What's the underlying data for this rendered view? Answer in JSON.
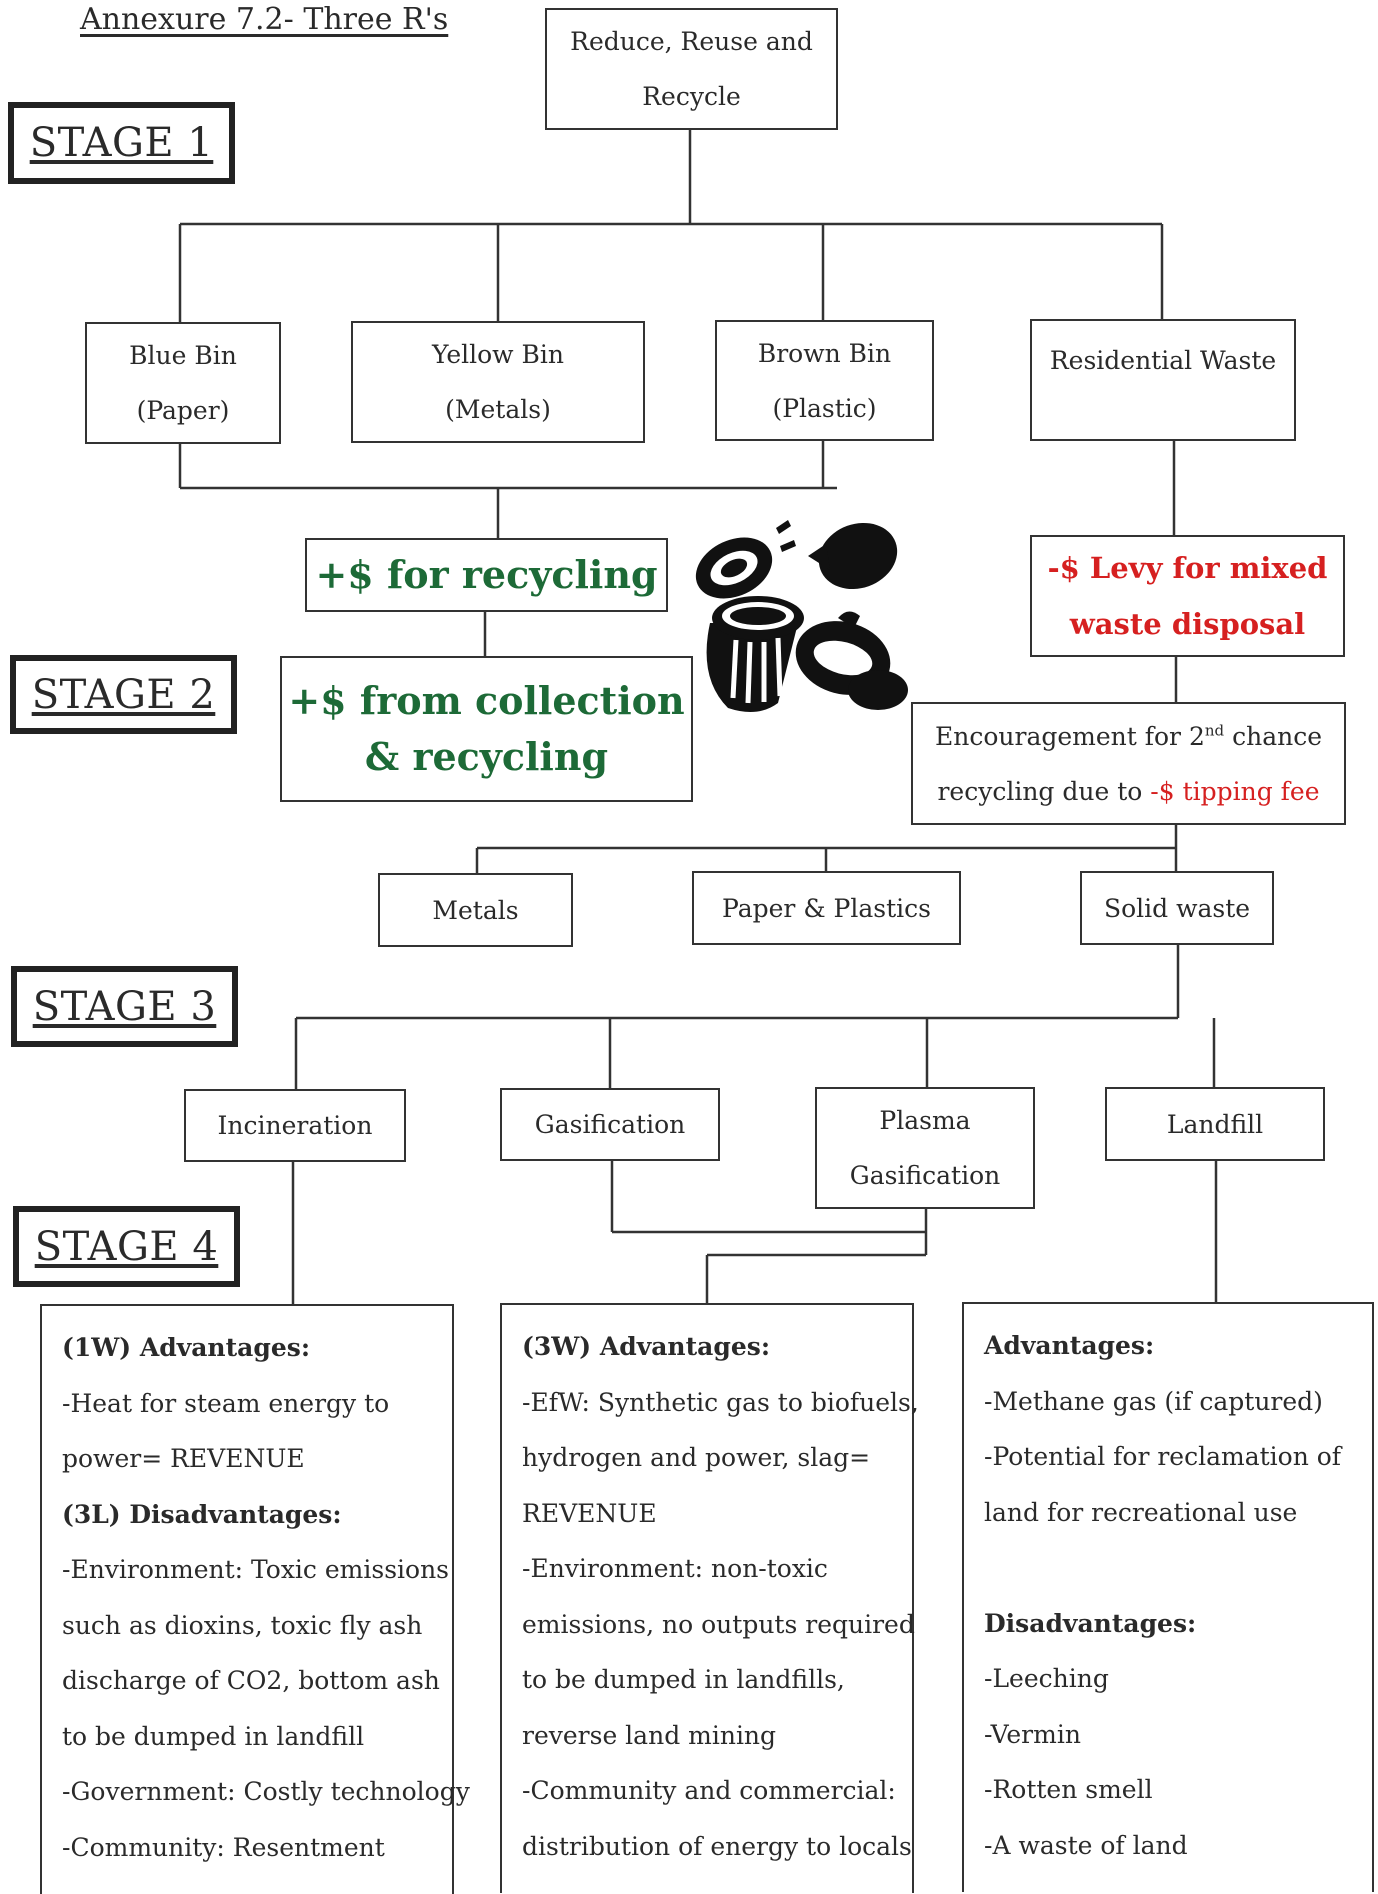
{
  "title": "Annexure 7.2- Three R's",
  "stages": [
    "STAGE 1",
    "STAGE 2",
    "STAGE 3",
    "STAGE 4"
  ],
  "root": {
    "line1": "Reduce, Reuse and",
    "line2": "Recycle"
  },
  "bins": [
    {
      "line1": "Blue Bin",
      "line2": "(Paper)"
    },
    {
      "line1": "Yellow Bin",
      "line2": "(Metals)"
    },
    {
      "line1": "Brown Bin",
      "line2": "(Plastic)"
    },
    {
      "line1": "Residential Waste",
      "line2": ""
    }
  ],
  "recycling_plus": "+$ for recycling",
  "collection_plus": {
    "line1": "+$ from collection",
    "line2": "& recycling"
  },
  "levy": {
    "line1": "-$ Levy for mixed",
    "line2": "waste disposal"
  },
  "encouragement": {
    "line1_a": "Encouragement for 2",
    "line1_sup": "nd",
    "line1_b": " chance",
    "line2_a": "recycling due to ",
    "line2_red": "-$ tipping fee"
  },
  "sorted": [
    "Metals",
    "Paper & Plastics",
    "Solid waste"
  ],
  "treatments": [
    {
      "line1": "Incineration",
      "line2": ""
    },
    {
      "line1": "Gasification",
      "line2": ""
    },
    {
      "line1": "Plasma",
      "line2": "Gasification"
    },
    {
      "line1": "Landfill",
      "line2": ""
    }
  ],
  "details": {
    "incineration": {
      "adv_heading": "(1W) Advantages:",
      "adv_lines": [
        "-Heat for steam energy to",
        "power= REVENUE"
      ],
      "dis_heading": "(3L) Disadvantages:",
      "dis_lines": [
        "-Environment: Toxic emissions",
        "such as dioxins, toxic fly ash",
        "discharge of CO2, bottom ash",
        "to be dumped in landfill",
        "-Government: Costly technology",
        "-Community: Resentment"
      ]
    },
    "gasification": {
      "adv_heading": "(3W) Advantages:",
      "adv_lines": [
        "-EfW: Synthetic gas to biofuels,",
        "hydrogen and power, slag=",
        "REVENUE",
        "-Environment: non-toxic",
        "emissions, no outputs required",
        "to be dumped in landfills,",
        "reverse land mining",
        "-Community and commercial:",
        "distribution of energy to locals"
      ]
    },
    "landfill": {
      "adv_heading": "Advantages:",
      "adv_lines": [
        "-Methane gas (if captured)",
        "-Potential for reclamation of",
        "land for recreational use"
      ],
      "dis_heading": "Disadvantages:",
      "dis_lines": [
        "-Leeching",
        "-Vermin",
        "-Rotten smell",
        "-A waste of land"
      ]
    }
  },
  "colors": {
    "green": "#1d6a37",
    "red": "#d62020",
    "ink": "#2a2a2a"
  },
  "icons": [
    "recycling-bin-icon"
  ]
}
